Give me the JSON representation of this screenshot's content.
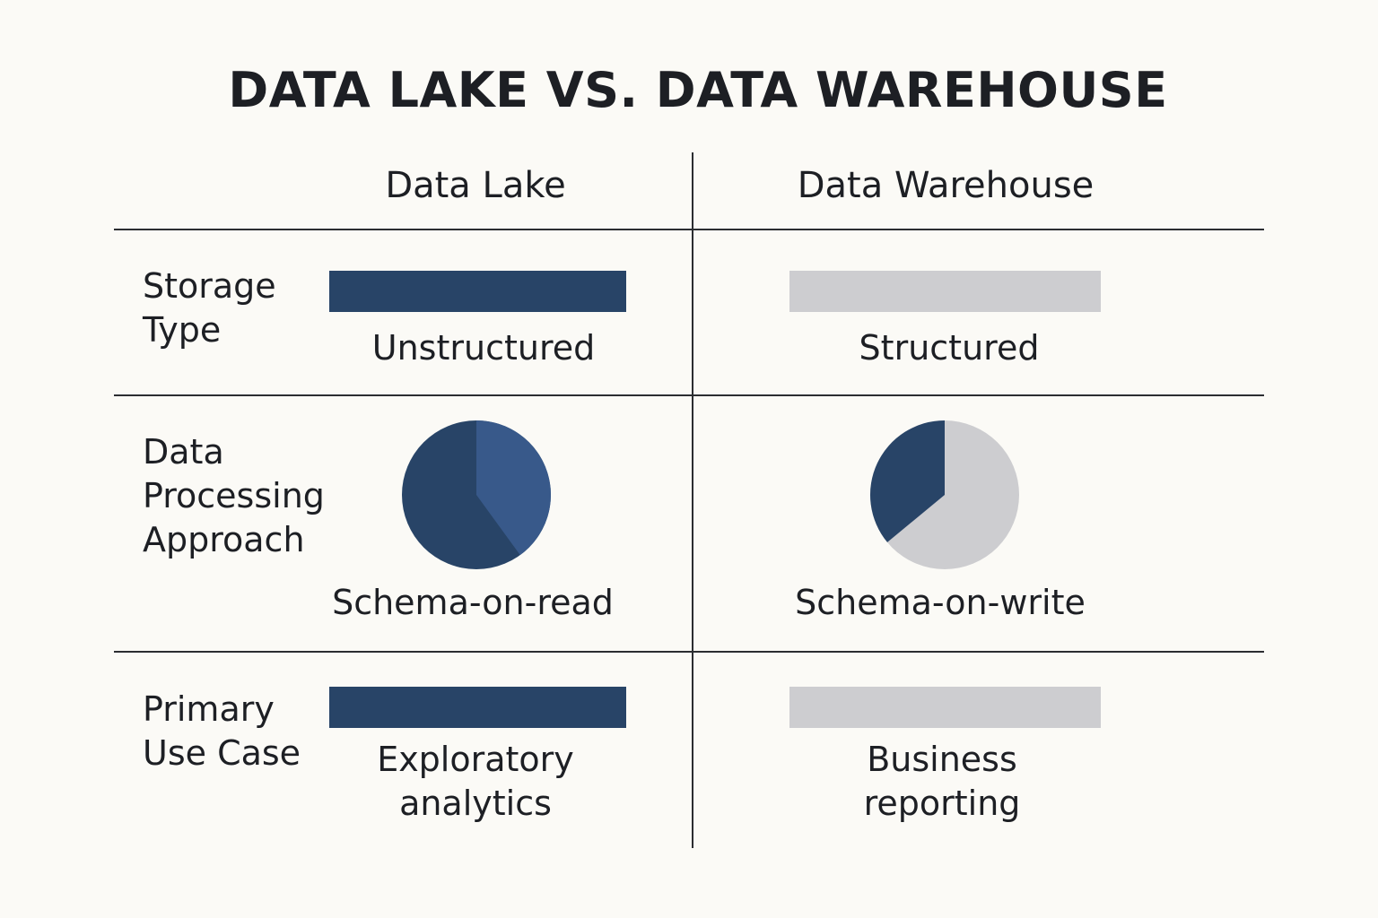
{
  "title": "DATA LAKE VS. DATA WAREHOUSE",
  "columns": {
    "lake": "Data Lake",
    "warehouse": "Data Warehouse"
  },
  "rows": {
    "storage": {
      "label": [
        "Storage",
        "Type"
      ],
      "lake": [
        "Unstructured"
      ],
      "warehouse": [
        "Structured"
      ]
    },
    "processing": {
      "label": [
        "Data",
        "Processing",
        "Approach"
      ],
      "lake": [
        "Schema-on-read"
      ],
      "warehouse": [
        "Schema-on-write"
      ],
      "lake_pie_highlight_fraction": 0.4,
      "warehouse_pie_highlight_fraction": 0.36
    },
    "usecase": {
      "label": [
        "Primary",
        "Use Case"
      ],
      "lake": [
        "Exploratory",
        "analytics"
      ],
      "warehouse": [
        "Business",
        "reporting"
      ]
    }
  },
  "colors": {
    "navy": "#284467",
    "navy_light": "#38598a",
    "gray": "#cdcdd0",
    "line": "#2b2d31",
    "background": "#fbfaf6"
  }
}
